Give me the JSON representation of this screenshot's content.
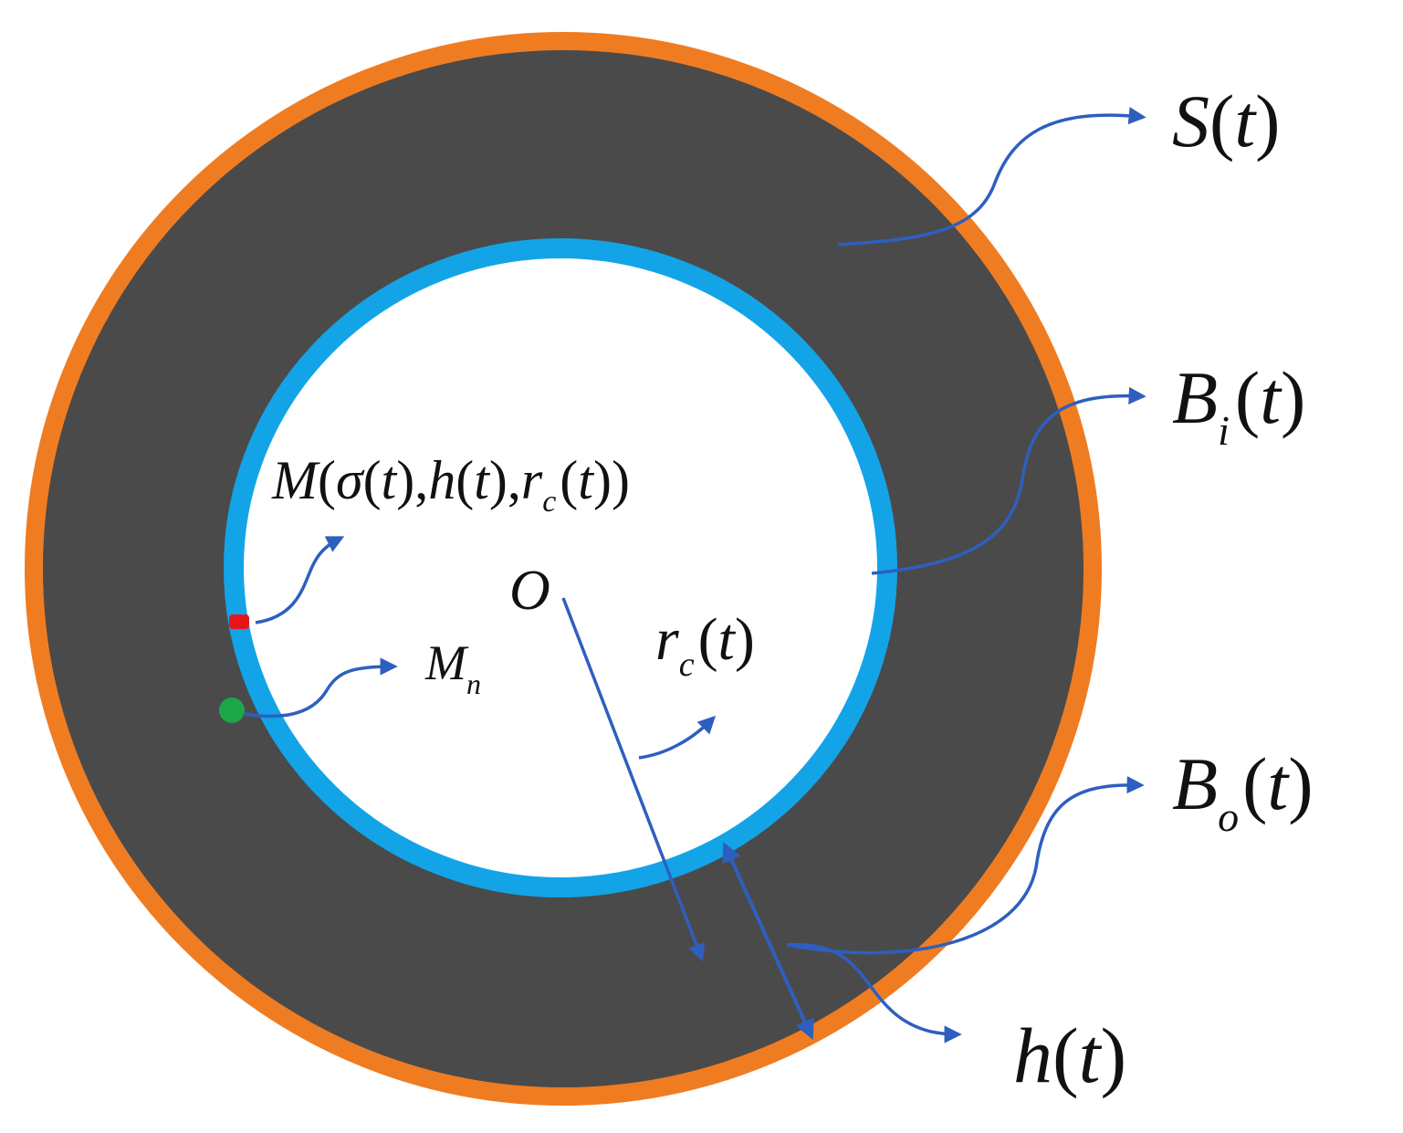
{
  "colors": {
    "background": "#ffffff",
    "outer_boundary": "#f07c22",
    "annulus_fill": "#4a4a4a",
    "inner_boundary": "#13a4e8",
    "core_fill": "#ffffff",
    "arrow": "#2e5fbf",
    "point_M": "#e8141c",
    "point_Mn": "#1ea64a",
    "text": "#111111"
  },
  "labels": {
    "S": {
      "main": "S",
      "paren_open": "(",
      "var": "t",
      "paren_close": ")"
    },
    "Bi": {
      "main": "B",
      "sub": "i",
      "paren_open": "(",
      "var": "t",
      "paren_close": ")"
    },
    "Bo": {
      "main": "B",
      "sub": "o",
      "paren_open": "(",
      "var": "t",
      "paren_close": ")"
    },
    "h": {
      "main": "h",
      "paren_open": "(",
      "var": "t",
      "paren_close": ")"
    },
    "rc": {
      "main": "r",
      "sub": "c",
      "paren_open": "(",
      "var": "t",
      "paren_close": ")"
    },
    "O": {
      "main": "O"
    },
    "Mn": {
      "main": "M",
      "sub": "n"
    },
    "M": {
      "main": "M",
      "p_open": "(",
      "sigma": "σ",
      "t_open": "(",
      "t1": "t",
      "t_close_1": ")",
      "comma_1": ",",
      "h": "h",
      "h_open": "(",
      "t2": "t",
      "h_close": ")",
      "comma_2": ",",
      "r": "r",
      "r_sub": "c",
      "r_open": "(",
      "t3": "t",
      "r_close": ")",
      "p_close": ")"
    }
  }
}
